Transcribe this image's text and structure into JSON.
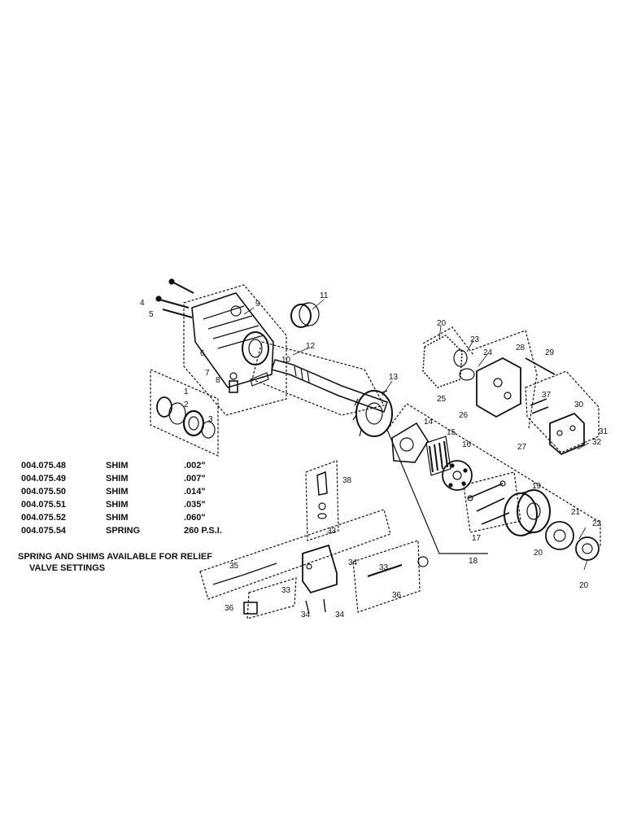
{
  "parts_table": [
    {
      "part_number": "004.075.48",
      "description": "SHIM",
      "value": ".002\""
    },
    {
      "part_number": "004.075.49",
      "description": "SHIM",
      "value": ".007\""
    },
    {
      "part_number": "004.075.50",
      "description": "SHIM",
      "value": ".014\""
    },
    {
      "part_number": "004.075.51",
      "description": "SHIM",
      "value": ".035\""
    },
    {
      "part_number": "004.075.52",
      "description": "SHIM",
      "value": ".060\""
    },
    {
      "part_number": "004.075.54",
      "description": "SPRING",
      "value": "260 P.S.I."
    }
  ],
  "note": {
    "line1": "SPRING AND SHIMS AVAILABLE FOR RELIEF",
    "line2": "VALVE SETTINGS"
  },
  "callouts": [
    "1",
    "2",
    "3",
    "4",
    "5",
    "6",
    "7",
    "8",
    "9",
    "10",
    "11",
    "12",
    "13",
    "14",
    "15",
    "16",
    "17",
    "18",
    "19",
    "20",
    "20",
    "20",
    "21",
    "22",
    "23",
    "24",
    "25",
    "26",
    "27",
    "28",
    "29",
    "30",
    "31",
    "32",
    "33",
    "33",
    "33",
    "34",
    "34",
    "34",
    "35",
    "36",
    "36",
    "37",
    "38"
  ]
}
